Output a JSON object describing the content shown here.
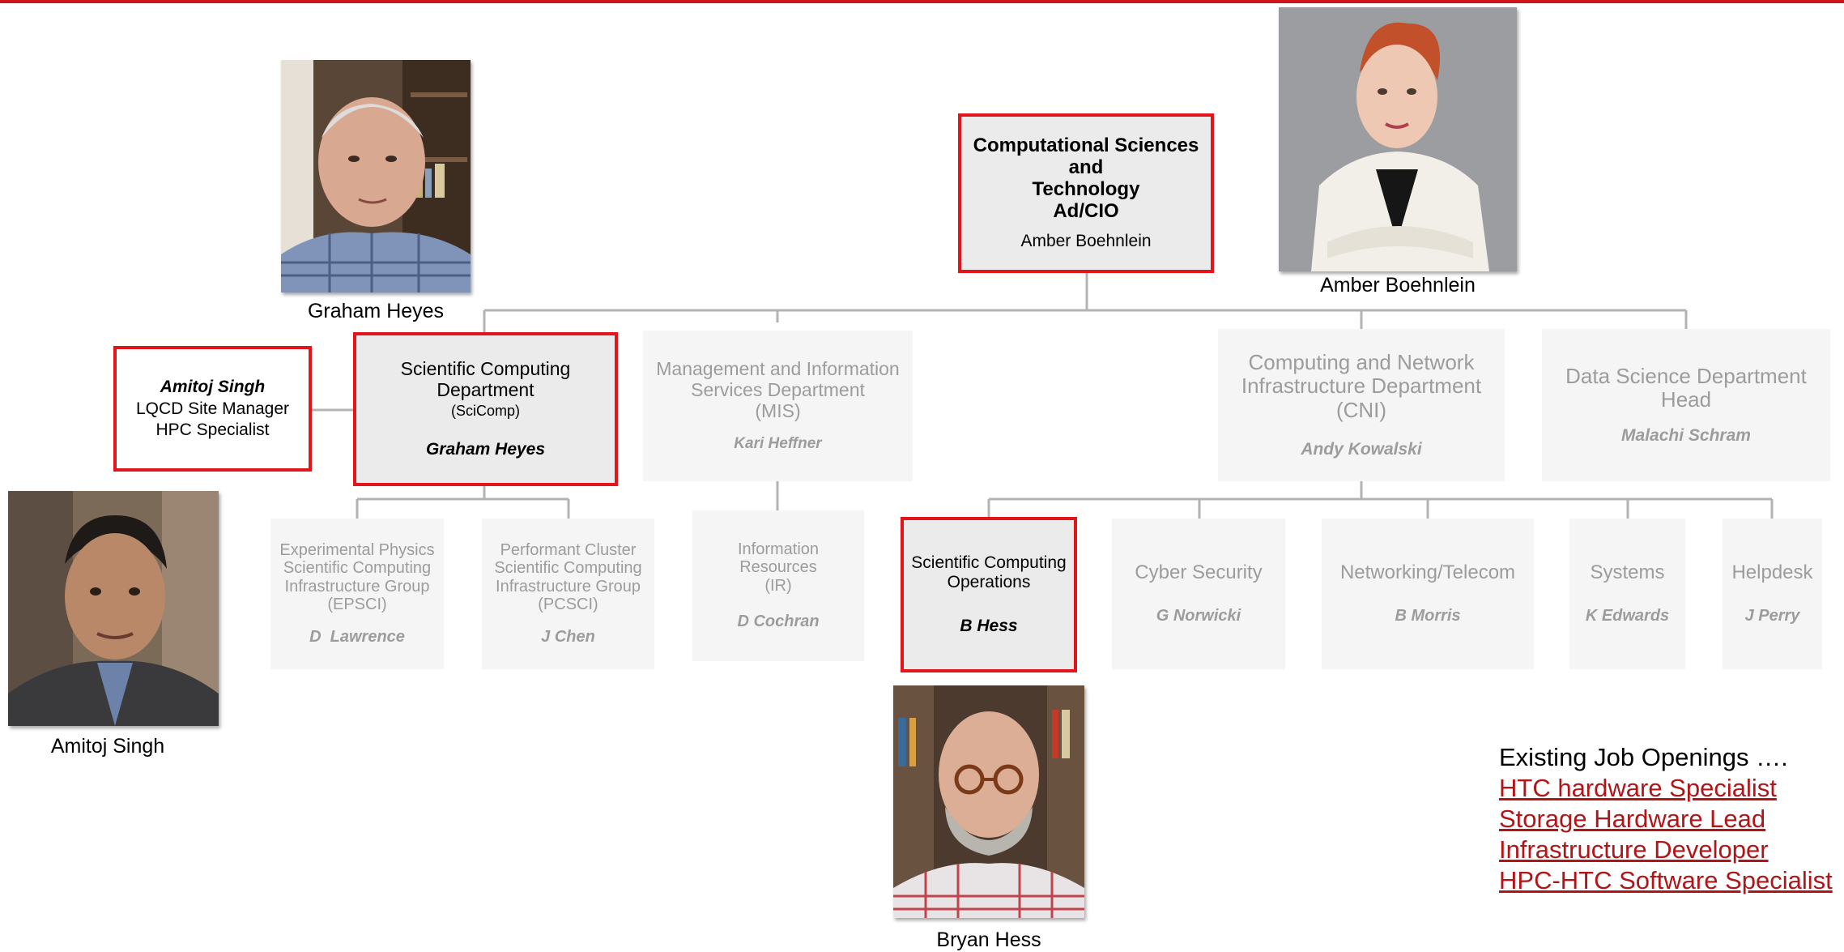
{
  "top": {
    "title_line1": "Computational Sciences and",
    "title_line2": "Technology",
    "title_line3": "Ad/CIO",
    "person": "Amber Boehnlein"
  },
  "side": {
    "name": "Amitoj Singh",
    "role1": "LQCD Site Manager",
    "role2": "HPC Specialist"
  },
  "departments": {
    "scicomp": {
      "line1": "Scientific Computing Department",
      "line2": "(SciComp)",
      "person": "Graham Heyes"
    },
    "mis": {
      "line1": "Management and Information",
      "line2": "Services Department",
      "line3": "(MIS)",
      "person": "Kari Heffner"
    },
    "cni": {
      "line1": "Computing and Network",
      "line2": "Infrastructure Department",
      "line3": "(CNI)",
      "person": "Andy Kowalski"
    },
    "ds": {
      "line1": "Data Science Department",
      "line2": "Head",
      "person": "Malachi Schram"
    }
  },
  "groups": {
    "epsci": {
      "line1": "Experimental Physics",
      "line2": "Scientific Computing",
      "line3": "Infrastructure Group",
      "line4": "(EPSCI)",
      "person": "D  Lawrence"
    },
    "pcsci": {
      "line1": "Performant Cluster",
      "line2": "Scientific Computing",
      "line3": "Infrastructure Group",
      "line4": "(PCSCI)",
      "person": "J Chen"
    },
    "ir": {
      "line1": "Information",
      "line2": "Resources",
      "line3": "(IR)",
      "person": "D Cochran"
    },
    "sco": {
      "line1": "Scientific Computing",
      "line2": "Operations",
      "person": "B Hess"
    },
    "cyber": {
      "line1": "Cyber Security",
      "person": "G Norwicki"
    },
    "net": {
      "line1": "Networking/Telecom",
      "person": "B Morris"
    },
    "systems": {
      "line1": "Systems",
      "person": "K Edwards"
    },
    "helpdesk": {
      "line1": "Helpdesk",
      "person": "J Perry"
    }
  },
  "photos": {
    "graham": "Graham Heyes",
    "amber": "Amber Boehnlein",
    "amitoj": "Amitoj Singh",
    "bryan": "Bryan Hess"
  },
  "jobs": {
    "heading": "Existing Job Openings ….",
    "links": [
      "HTC hardware Specialist",
      "Storage Hardware Lead",
      "Infrastructure Developer",
      "HPC-HTC Software Specialist"
    ]
  },
  "colors": {
    "accent_red": "#e4141b",
    "link_red": "#b01518",
    "active_fill": "#ebebeb",
    "inactive_fill": "#f5f5f5",
    "inactive_text": "#9c9c9c",
    "connector": "#b3b3b3"
  }
}
